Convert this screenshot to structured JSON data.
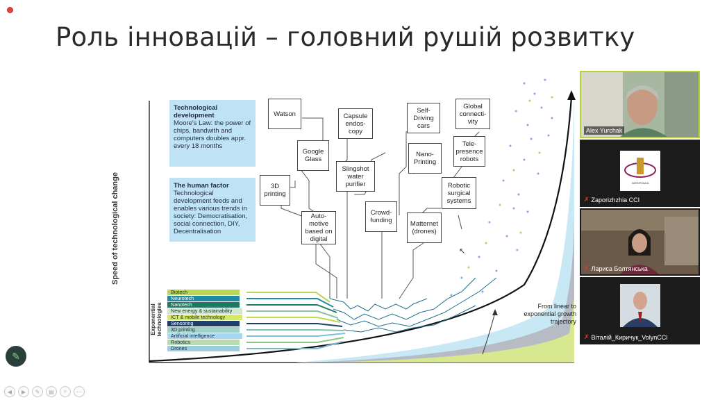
{
  "slide": {
    "title": "Роль інновацій – головний рушій розвитку",
    "figure": {
      "y_axis_label": "Speed of technological change",
      "info_boxes": [
        {
          "heading": "Technological development",
          "text": "Moore's Law: the power of chips, bandwith and computers doubles appr. every 18 months"
        },
        {
          "heading": "The human factor",
          "text": "Technological development feeds and enables various trends in society: Democratisation, social connection, DIY, Decentralisation"
        }
      ],
      "nodes": {
        "watson": "Watson",
        "google_glass": "Google Glass",
        "printing_3d": "3D printing",
        "automotive": "Auto-motive based on digital",
        "capsule": "Capsule endos-copy",
        "slingshot": "Slingshot water purifier",
        "crowdfunding": "Crowd-funding",
        "self_driving": "Self-Driving cars",
        "nano_printing": "Nano-Printing",
        "matternet": "Matternet (drones)",
        "global": "Global connecti-vity",
        "telepresence": "Tele-presence robots",
        "robotic": "Robotic surgical systems"
      },
      "exponential_label": "Exponential technologies",
      "technologies": [
        {
          "label": "Biotech",
          "color": "#b9d55a"
        },
        {
          "label": "Neurotech",
          "color": "#1f8aa8"
        },
        {
          "label": "Nanotech",
          "color": "#1f7a64"
        },
        {
          "label": "New energy & sustainability",
          "color": "#cfe7d3"
        },
        {
          "label": "ICT & mobile technology",
          "color": "#d6e86a"
        },
        {
          "label": "Sensoring",
          "color": "#1c3f6b"
        },
        {
          "label": "3D printing",
          "color": "#9fd2c8"
        },
        {
          "label": "Artificial intelligence",
          "color": "#a8d8ee"
        },
        {
          "label": "Robotics",
          "color": "#b8dbb0"
        },
        {
          "label": "Drones",
          "color": "#9fcde0"
        }
      ],
      "growth_label": "From linear to exponential growth trajectory"
    }
  },
  "participants": [
    {
      "name": "Alex Yurchak",
      "muted": false,
      "active": true
    },
    {
      "name": "Zaporizhzhia CCI",
      "muted": true,
      "active": false
    },
    {
      "name": "Лариса Болтянська",
      "muted": true,
      "active": false
    },
    {
      "name": "Віталій_Киричук_VolynCCI",
      "muted": true,
      "active": false
    }
  ],
  "icons": {
    "pen": "pen-icon",
    "mic_off": "mic-off-icon"
  }
}
